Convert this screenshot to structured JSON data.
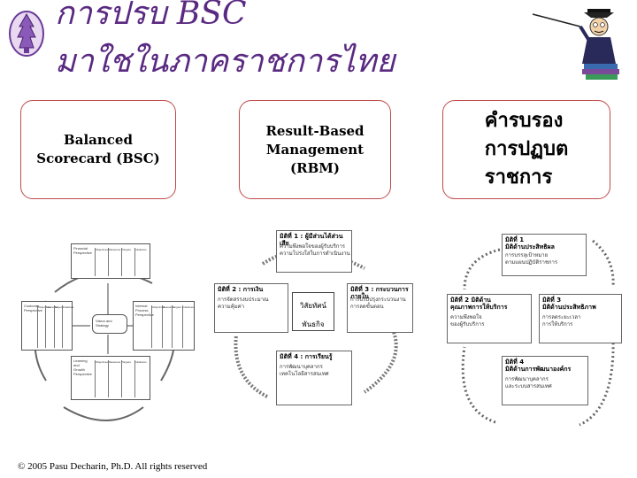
{
  "title": {
    "line1": "การปรบ BSC",
    "line2": "มาใชในภาคราชการไทย"
  },
  "cards": [
    {
      "label": "Balanced\nScorecard (BSC)"
    },
    {
      "label": "Result-Based\nManagement\n(RBM)"
    },
    {
      "label": "คำรบรอง\nการปฏบต\n  ราชการ"
    }
  ],
  "diagram_bsc": {
    "top": "Financial\nPerspective",
    "left": "Customer\nPerspective",
    "right": "Internal\nProcess\nPerspective",
    "bottom": "Learning\nand\nGrowth\nPerspective",
    "center": "Vision and\nStrategy",
    "columns": [
      "Objectives",
      "Measures",
      "Targets",
      "Initiatives"
    ]
  },
  "diagram_rbm": {
    "top": {
      "head": "มิติที่ 1 : ผู้มีส่วนได้ส่วนเสีย",
      "body": "ความพึงพอใจของผู้รับบริการ\nความโปร่งใสในการดำเนินงาน"
    },
    "left": {
      "head": "มิติที่ 2 : การเงิน",
      "body": "การจัดสรรงบประมาณ\nความคุ้มค่า"
    },
    "right": {
      "head": "มิติที่ 3 : กระบวนการภายใน",
      "body": "การปรับปรุงกระบวนงาน\nการลดขั้นตอน"
    },
    "bottom": {
      "head": "มิติที่ 4 : การเรียนรู้",
      "body": "การพัฒนาบุคลากร\nเทคโนโลยีสารสนเทศ"
    },
    "center_top": "วิสัยทัศน์",
    "center_bottom": "พันธกิจ"
  },
  "diagram_ks": {
    "top": {
      "head": "มิติที่ 1\nมิติด้านประสิทธิผล",
      "body": "การบรรลุเป้าหมาย\nตามแผนปฏิบัติราชการ"
    },
    "left": {
      "head": "มิติที่ 2 มิติด้าน\nคุณภาพการให้บริการ",
      "body": "ความพึงพอใจ\nของผู้รับบริการ"
    },
    "right": {
      "head": "มิติที่ 3\nมิติด้านประสิทธิภาพ",
      "body": "การลดระยะเวลา\nการให้บริการ"
    },
    "bottom": {
      "head": "มิติที่ 4\nมิติด้านการพัฒนาองค์กร",
      "body": "การพัฒนาบุคลากร\nและระบบสารสนเทศ"
    }
  },
  "footer": {
    "copyright": "© 2005 Pasu Decharin, Ph.D. All rights reserved"
  }
}
